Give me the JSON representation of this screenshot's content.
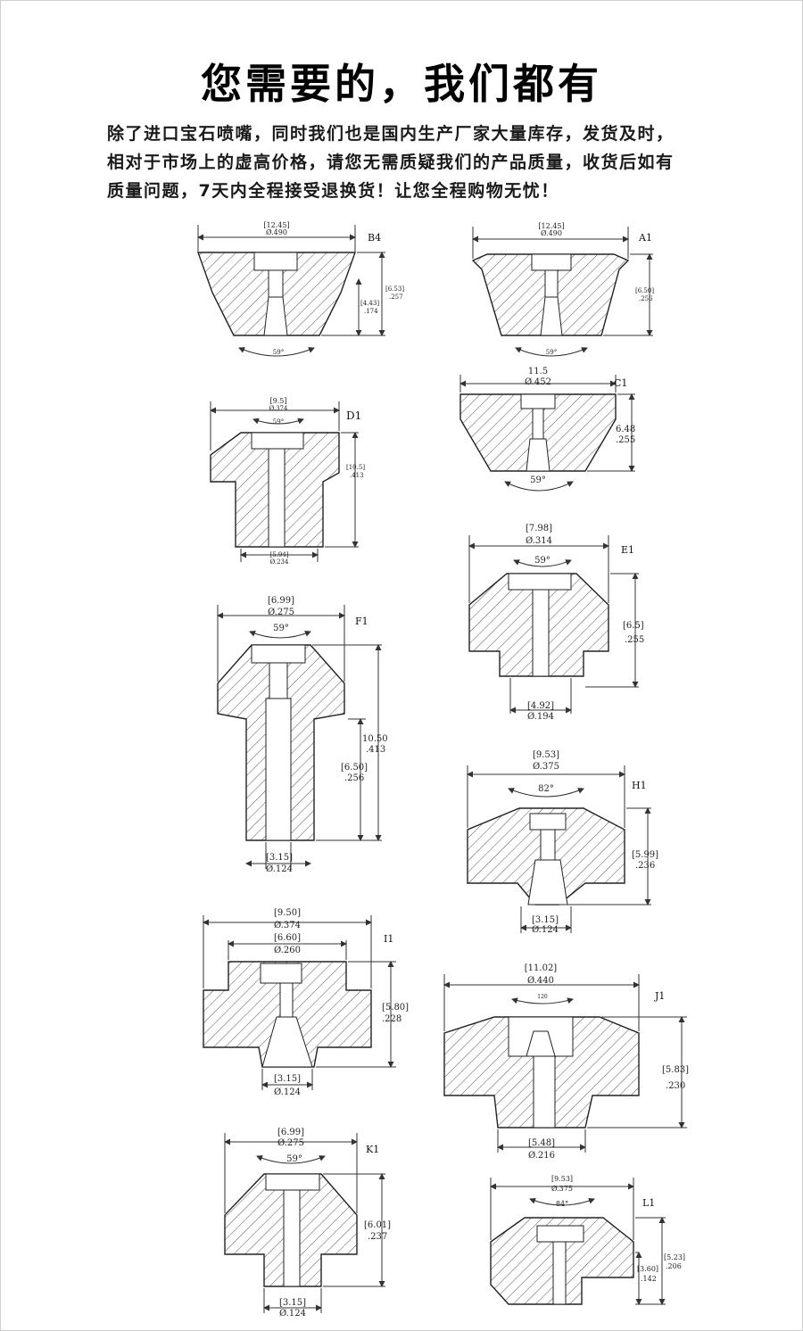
{
  "page": {
    "title": "您需要的，我们都有",
    "intro_lines": [
      "除了进口宝石喷嘴，同时我们也是国内生产厂家大量库存，发货及时，",
      "相对于市场上的虚高价格，请您无需质疑我们的产品质量，收货后如有",
      "质量问题，7天内全程接受退换货！让您全程购物无忧！"
    ]
  },
  "drawings": [
    {
      "id": "B4",
      "label": "B4",
      "top_dim": [
        "[12.45]",
        "Ø.490"
      ],
      "side_dims": [
        [
          "[6.53]",
          ".257"
        ],
        [
          "[4.43]",
          ".174"
        ]
      ],
      "angle": "59°"
    },
    {
      "id": "A1",
      "label": "A1",
      "top_dim": [
        "[12.45]",
        "Ø.490"
      ],
      "side_dims": [
        [
          "[6.50]",
          ".256"
        ]
      ],
      "angle": "59°"
    },
    {
      "id": "D1",
      "label": "D1",
      "top_dim": [
        "[9.5]",
        "Ø.374"
      ],
      "side_dims": [
        [
          "[10.5]",
          ".413"
        ]
      ],
      "bottom_dim": [
        "[5.94]",
        "Ø.234"
      ],
      "angle": "59°"
    },
    {
      "id": "C1",
      "label": "C1",
      "top_dim": [
        "11.5",
        "Ø.452"
      ],
      "side_dims": [
        [
          "6.48",
          ".255"
        ]
      ],
      "angle": "59°"
    },
    {
      "id": "E1",
      "label": "E1",
      "top_dim": [
        "[7.98]",
        "Ø.314"
      ],
      "side_dims": [
        [
          "[6.5]",
          ".255"
        ]
      ],
      "bottom_dim": [
        "[4.92]",
        "Ø.194"
      ],
      "angle": "59°"
    },
    {
      "id": "F1",
      "label": "F1",
      "top_dim": [
        "[6.99]",
        "Ø.275"
      ],
      "side_dims": [
        [
          "10.50",
          ".413"
        ],
        [
          "[6.50]",
          ".256"
        ]
      ],
      "bottom_dim": [
        "[3.15]",
        "Ø.124"
      ],
      "angle": "59°"
    },
    {
      "id": "H1",
      "label": "H1",
      "top_dim": [
        "[9.53]",
        "Ø.375"
      ],
      "side_dims": [
        [
          "[5.99]",
          ".236"
        ]
      ],
      "bottom_dim": [
        "[3.15]",
        "Ø.124"
      ],
      "angle": "82°"
    },
    {
      "id": "I1",
      "label": "I1",
      "top_dim": [
        "[9.50]",
        "Ø.374"
      ],
      "top_dim2": [
        "[6.60]",
        "Ø.260"
      ],
      "side_dims": [
        [
          "[5.80]",
          ".228"
        ]
      ],
      "bottom_dim": [
        "[3.15]",
        "Ø.124"
      ]
    },
    {
      "id": "J1",
      "label": "J1",
      "top_dim": [
        "[11.02]",
        "Ø.440"
      ],
      "side_dims": [
        [
          "[5.83]",
          ".230"
        ]
      ],
      "bottom_dim": [
        "[5.48]",
        "Ø.216"
      ],
      "angle": "120"
    },
    {
      "id": "K1",
      "label": "K1",
      "top_dim": [
        "[6.99]",
        "Ø.275"
      ],
      "side_dims": [
        [
          "[6.01]",
          ".237"
        ]
      ],
      "bottom_dim": [
        "[3.15]",
        "Ø.124"
      ],
      "angle": "59°"
    },
    {
      "id": "L1",
      "label": "L1",
      "top_dim": [
        "[9.53]",
        "Ø.375"
      ],
      "side_dims": [
        [
          "[5.23]",
          ".206"
        ],
        [
          "[3.60]",
          ".142"
        ]
      ],
      "angle": "84°"
    }
  ]
}
